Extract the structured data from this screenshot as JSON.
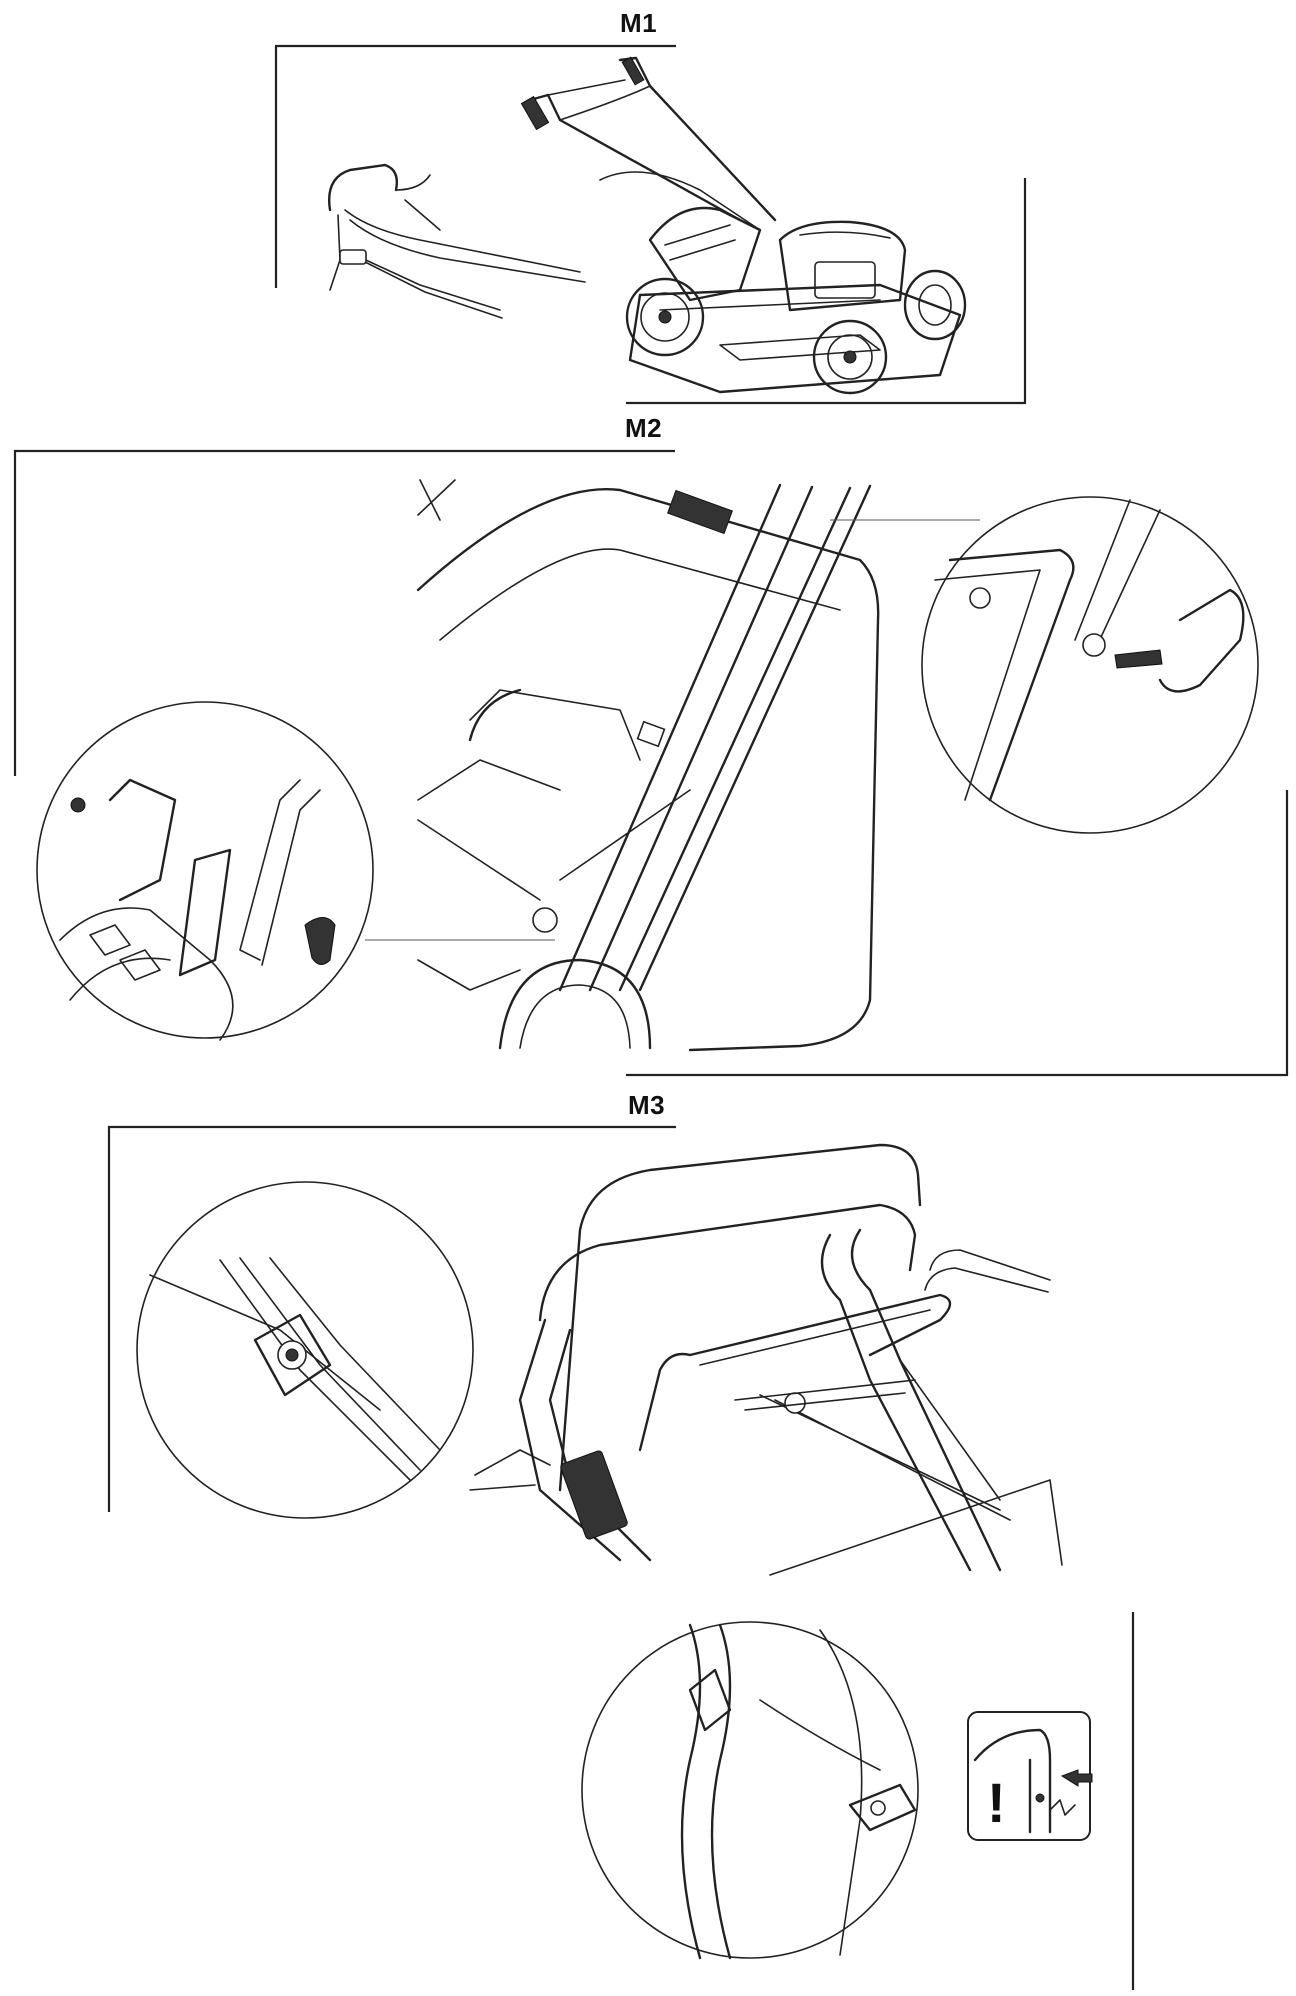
{
  "figures": [
    {
      "id": "m1",
      "label": "M1"
    },
    {
      "id": "m2",
      "label": "M2"
    },
    {
      "id": "m3",
      "label": "M3"
    }
  ],
  "warning_symbol": {
    "icon": "caution-exclamation-icon",
    "mark": "!"
  }
}
